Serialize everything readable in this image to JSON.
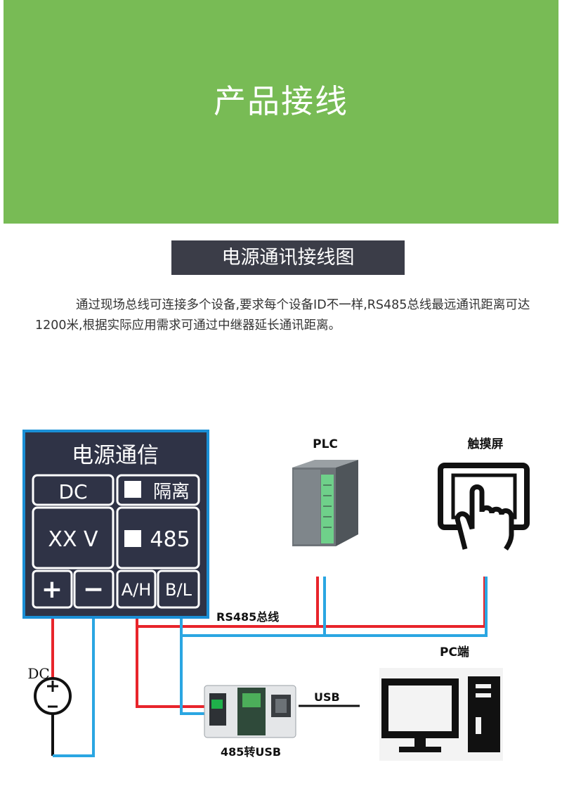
{
  "banner": {
    "title": "产品接线"
  },
  "section": {
    "title": "电源通讯接线图"
  },
  "description": "通过现场总线可连接多个设备,要求每个设备ID不一样,RS485总线最远通讯距离可达1200米,根据实际应用需求可通过中继器延长通讯距离。",
  "module": {
    "title": "电源通信",
    "dc_label": "DC",
    "isolation_label": "隔离",
    "voltage_label": "XX V",
    "comm_label": "485",
    "plus": "+",
    "minus": "−",
    "a_label": "A/H",
    "b_label": "B/L"
  },
  "devices": {
    "plc": "PLC",
    "touchscreen": "触摸屏",
    "pc": "PC端",
    "converter": "485转USB",
    "dc_source": "DC"
  },
  "wires": {
    "bus_label": "RS485总线",
    "usb_label": "USB"
  },
  "colors": {
    "banner": "#78bb55",
    "section_bg": "#3b3d48",
    "module_bg": "#2f3346",
    "module_border": "#1a8fd6",
    "wire_red": "#e8242b",
    "wire_blue": "#2aa6e2"
  }
}
